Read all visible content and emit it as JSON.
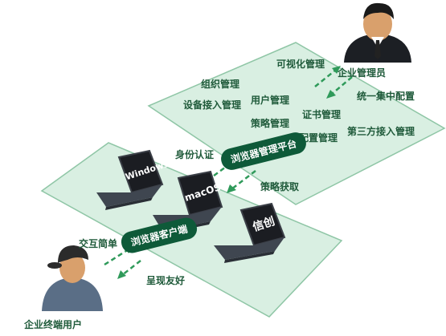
{
  "admin": {
    "role_label": "企业管理员",
    "flow_up": "可视化管理",
    "flow_down": "统一集中配置"
  },
  "platform": {
    "title": "浏览器管理平台",
    "modules": [
      "组织管理",
      "用户管理",
      "证书管理",
      "设备接入管理",
      "策略管理",
      "配置管理",
      "第三方接入管理"
    ]
  },
  "client": {
    "title": "浏览器客户端",
    "flow_up": "身份认证",
    "flow_down": "策略获取",
    "laptops": [
      "Windows",
      "macOS",
      "信创"
    ]
  },
  "enduser": {
    "role_label": "企业终端用户",
    "flow_up": "交互简单",
    "flow_down": "呈现友好"
  },
  "colors": {
    "panel_fill": "#d9efe2",
    "panel_edge": "#8fc6a6",
    "pill": "#0e5a39",
    "arrow": "#2f9a5a",
    "text": "#1f5a3a"
  }
}
